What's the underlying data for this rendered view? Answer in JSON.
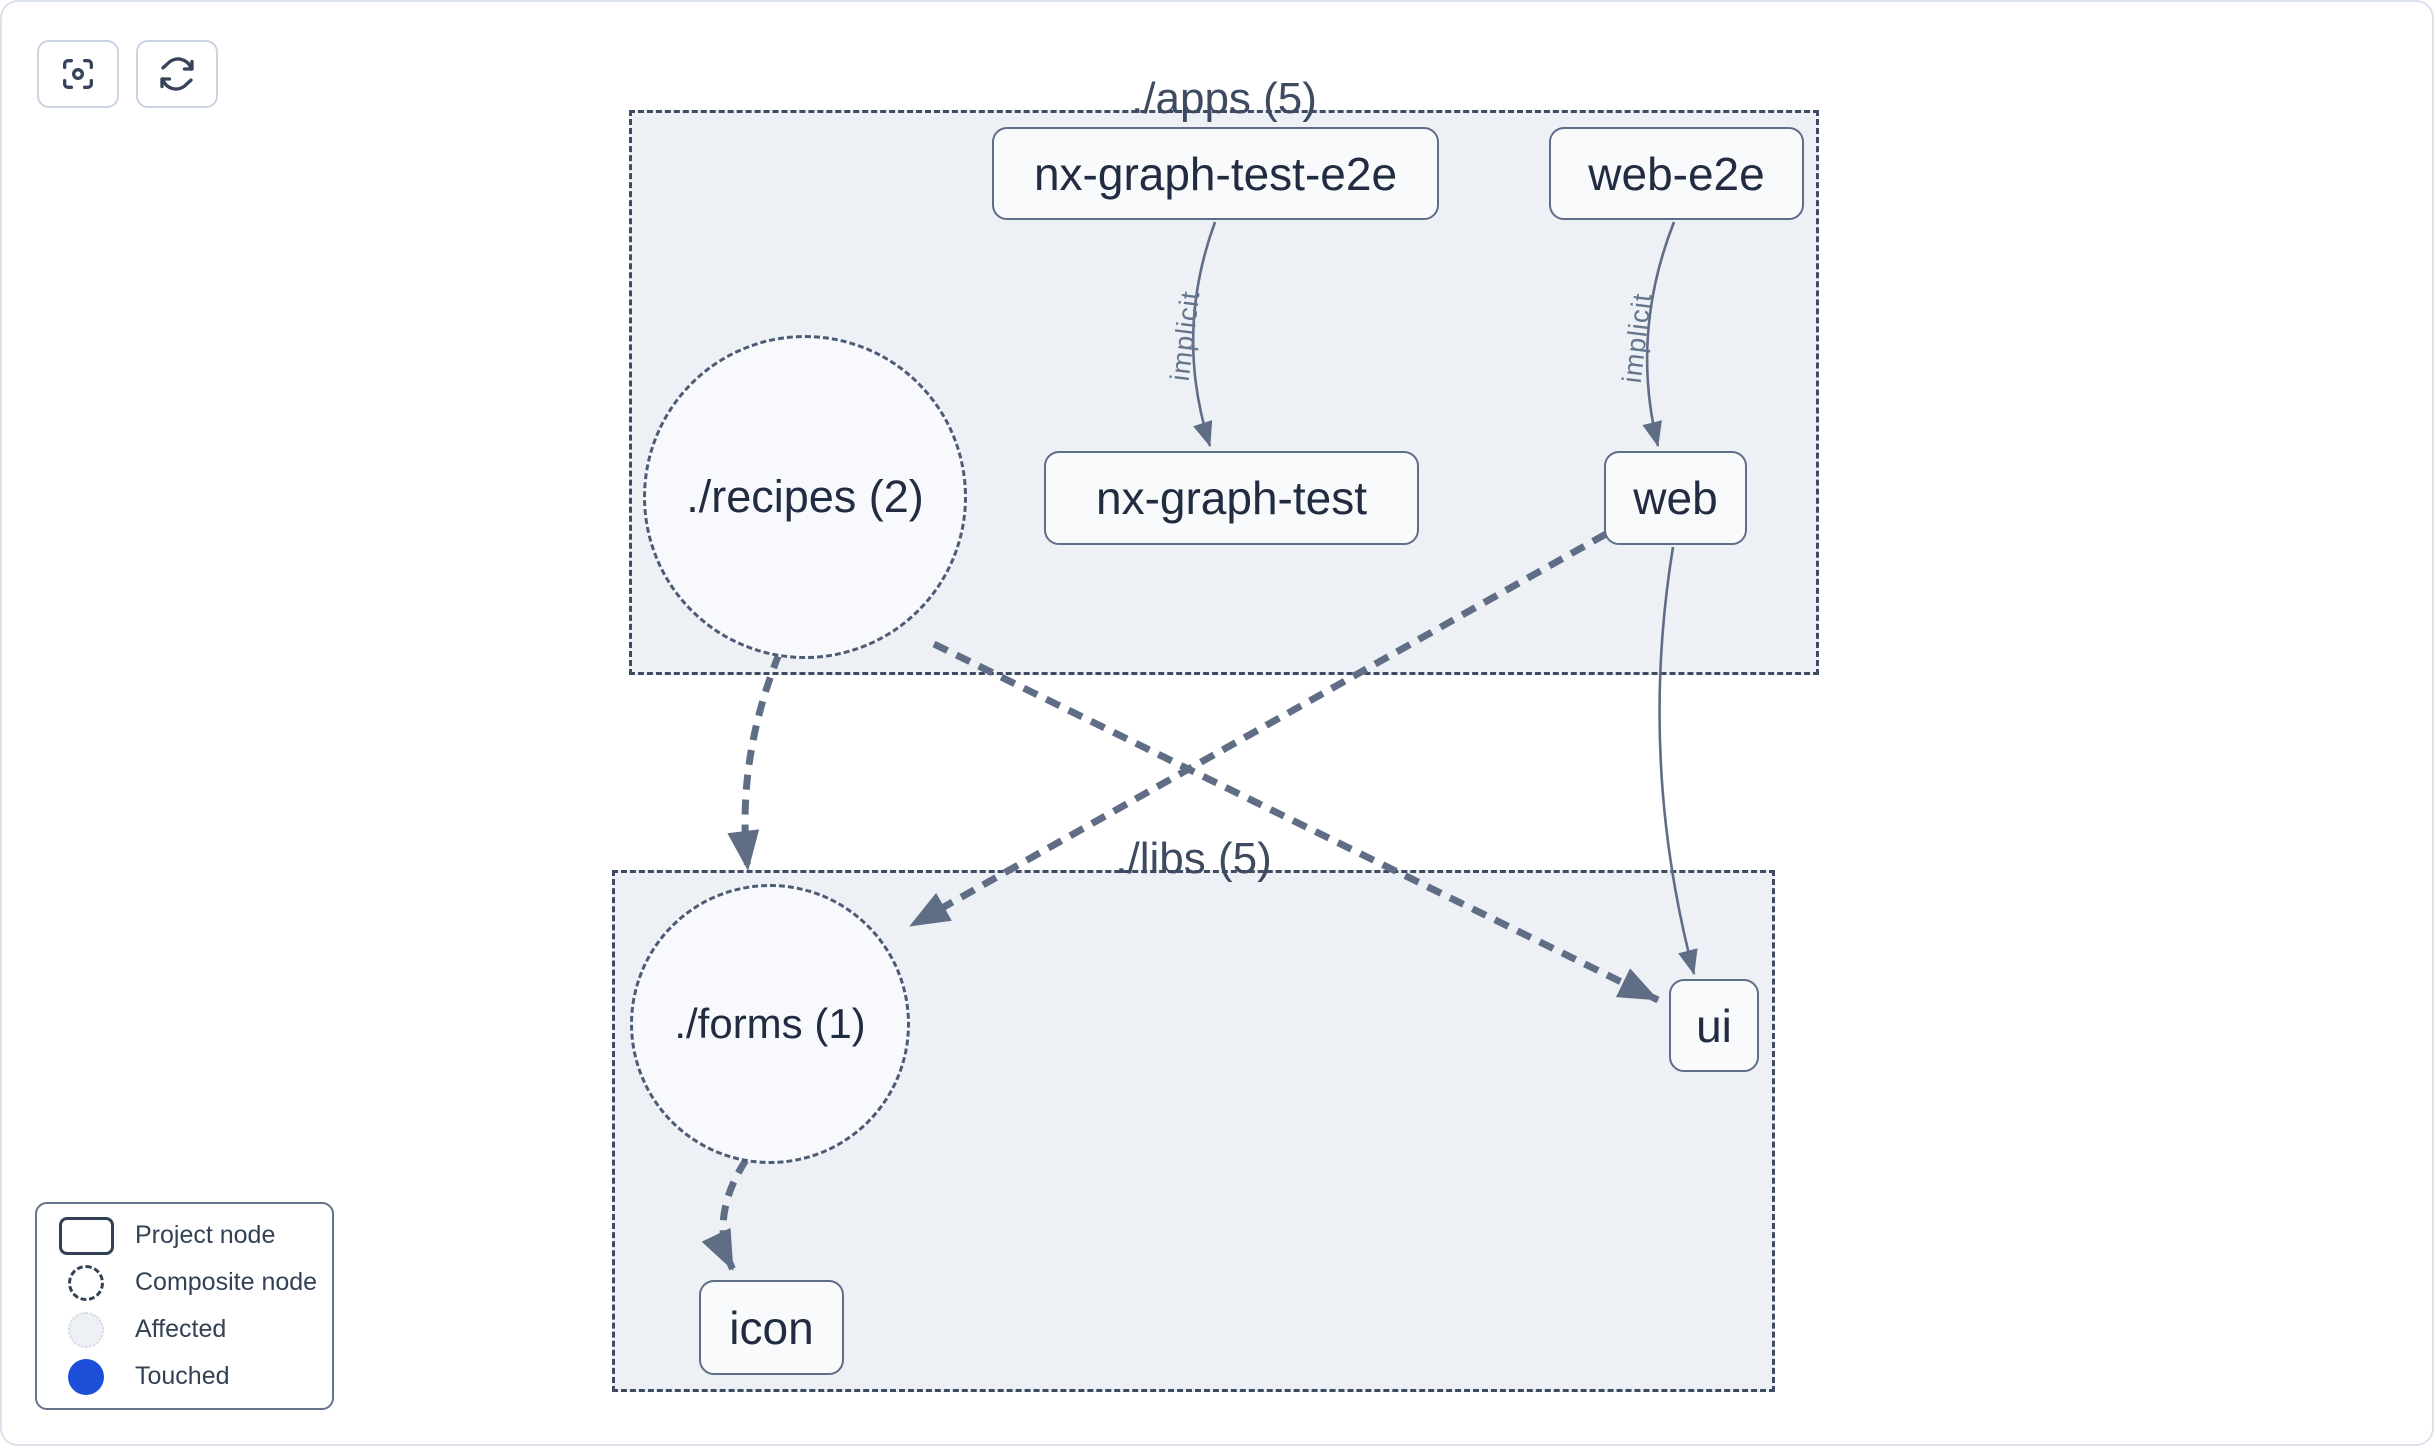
{
  "toolbar": {
    "focus_button": {
      "icon": "focus-icon"
    },
    "refresh_button": {
      "icon": "refresh-icon"
    }
  },
  "groups": {
    "apps": {
      "label": "./apps (5)"
    },
    "libs": {
      "label": "./libs (5)"
    }
  },
  "nodes": {
    "nx_graph_test_e2e": {
      "label": "nx-graph-test-e2e",
      "type": "project"
    },
    "web_e2e": {
      "label": "web-e2e",
      "type": "project"
    },
    "nx_graph_test": {
      "label": "nx-graph-test",
      "type": "project"
    },
    "web": {
      "label": "web",
      "type": "project"
    },
    "ui": {
      "label": "ui",
      "type": "project"
    },
    "icon": {
      "label": "icon",
      "type": "project"
    },
    "recipes": {
      "label": "./recipes (2)",
      "type": "composite"
    },
    "forms": {
      "label": "./forms (1)",
      "type": "composite"
    }
  },
  "edges": [
    {
      "from": "nx-graph-test-e2e",
      "to": "nx-graph-test",
      "label": "implicit",
      "style": "solid"
    },
    {
      "from": "web-e2e",
      "to": "web",
      "label": "implicit",
      "style": "solid"
    },
    {
      "from": "web",
      "to": "ui",
      "label": "",
      "style": "solid"
    },
    {
      "from": "./recipes (2)",
      "to": "./forms (1)",
      "label": "",
      "style": "thick-dashed"
    },
    {
      "from": "./recipes (2)",
      "to": "ui",
      "label": "",
      "style": "thick-dashed"
    },
    {
      "from": "web",
      "to": "./forms (1)",
      "label": "",
      "style": "thick-dashed"
    },
    {
      "from": "./forms (1)",
      "to": "icon",
      "label": "",
      "style": "thick-dashed"
    }
  ],
  "legend": {
    "items": [
      {
        "label": "Project node",
        "icon": "project-node-icon"
      },
      {
        "label": "Composite node",
        "icon": "composite-node-icon"
      },
      {
        "label": "Affected",
        "icon": "affected-icon"
      },
      {
        "label": "Touched",
        "icon": "touched-icon"
      }
    ]
  },
  "colors": {
    "touched_blue": "#1d4ed8",
    "edge": "#5f6d85",
    "group_fill": "#edf1f6",
    "group_border": "#3e4b63",
    "node_fill": "#f8fafc",
    "node_border": "#5e6e88",
    "text_dark": "#212c40"
  }
}
